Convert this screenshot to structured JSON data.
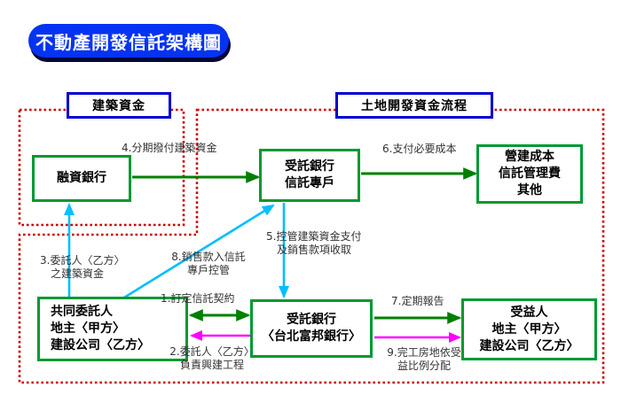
{
  "title": "不動產開發信託架構圖",
  "regions": [
    {
      "id": "construction-funds",
      "label": "建築資金"
    },
    {
      "id": "land-development-flow",
      "label": "土地開發資金流程"
    }
  ],
  "nodes": [
    {
      "id": "financing-bank",
      "lines": [
        "融資銀行"
      ]
    },
    {
      "id": "trust-account",
      "lines": [
        "受託銀行",
        "信託專戶"
      ]
    },
    {
      "id": "construction-costs",
      "lines": [
        "營建成本",
        "信託管理費",
        "其他"
      ]
    },
    {
      "id": "co-principals",
      "lines": [
        "共同委託人",
        "地主〈甲方〉",
        "建設公司〈乙方〉"
      ]
    },
    {
      "id": "trustee-bank",
      "lines": [
        "受託銀行",
        "〈台北富邦銀行〉"
      ]
    },
    {
      "id": "beneficiaries",
      "lines": [
        "受益人",
        "地主〈甲方〉",
        "建設公司〈乙方〉"
      ]
    }
  ],
  "flows": [
    {
      "id": "1",
      "lines": [
        "1.訂定信託契約"
      ]
    },
    {
      "id": "2",
      "lines": [
        "2.委託人〈乙方〉",
        "負責興建工程"
      ]
    },
    {
      "id": "3",
      "lines": [
        "3.委託人〈乙方〉",
        "之建築資金"
      ]
    },
    {
      "id": "4",
      "lines": [
        "4.分期撥付建築資金"
      ]
    },
    {
      "id": "5",
      "lines": [
        "5.控管建築資金支付",
        "及銷售款項收取"
      ]
    },
    {
      "id": "6",
      "lines": [
        "6.支付必要成本"
      ]
    },
    {
      "id": "7",
      "lines": [
        "7.定期報告"
      ]
    },
    {
      "id": "8",
      "lines": [
        "8.銷售款入信託",
        "專戶控管"
      ]
    },
    {
      "id": "9",
      "lines": [
        "9.完工房地依受",
        "益比例分配"
      ]
    }
  ],
  "colors": {
    "title_bg": "#0533f2",
    "title_shadow": "#000838",
    "title_text": "#ffffff",
    "region_border": "#0000cc",
    "dashed_region": "#cc0000",
    "node_border": "#009933",
    "arrow_green": "#007f00",
    "arrow_cyan": "#00bfff",
    "arrow_magenta": "#ff00ff",
    "label_text": "#333333"
  }
}
